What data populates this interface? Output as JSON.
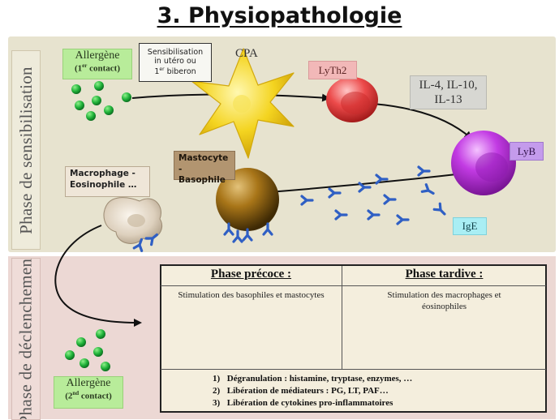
{
  "title": "3. Physiopathologie",
  "phases": {
    "sensitization": "Phase de sensibilisation",
    "trigger": "Phase de déclenchement"
  },
  "allergen_first": {
    "name": "Allergène",
    "contact_num": "1",
    "contact_sup": "er",
    "contact_word": "contact"
  },
  "allergen_second": {
    "name": "Allergène",
    "contact_num": "2",
    "contact_sup": "nd",
    "contact_word": "contact"
  },
  "sensitization_note": {
    "line1": "Sensibilisation",
    "line2": "in utéro ou",
    "line3_num": "1",
    "line3_sup": "er",
    "line3_word": "biberon"
  },
  "cells": {
    "cpa": "CPA",
    "lyth2": "LyTh2",
    "lyb": "LyB",
    "ige": "IgE",
    "mastocyte_line1": "Mastocyte -",
    "mastocyte_line2": "Basophile",
    "macrophage_line1": "Macrophage -",
    "macrophage_line2": "Eosinophile …"
  },
  "cytokines": {
    "line1": "IL-4, IL-10,",
    "line2": "IL-13"
  },
  "early_phase": {
    "heading": "Phase précoce :",
    "description": "Stimulation des basophiles et mastocytes"
  },
  "late_phase": {
    "heading": "Phase tardive :",
    "description_line1": "Stimulation des macrophages et",
    "description_line2": "éosinophiles"
  },
  "effects": [
    {
      "num": "1)",
      "text": "Dégranulation : histamine, tryptase, enzymes, …"
    },
    {
      "num": "2)",
      "text": "Libération de médiateurs : PG, LT, PAF…"
    },
    {
      "num": "3)",
      "text": "Libération de cytokines pro-inflammatoires"
    }
  ],
  "colors": {
    "allergen": "#22b43a",
    "antibody": "#2f5fc4",
    "cpa": "#f3d21f",
    "lyth2": "#e8333a",
    "lyb": "#b32ed6",
    "mastocyte": "#9a6a14"
  }
}
